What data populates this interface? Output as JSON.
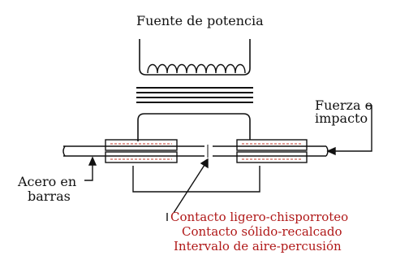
{
  "labels": {
    "power_source": "Fuente de potencia",
    "force_line1": "Fuerza o",
    "force_line2": "impacto",
    "steel_line1": "Acero en",
    "steel_line2": "barras",
    "contact_light": "Contacto ligero-chisporroteo",
    "contact_solid": "Contacto sólido-recalcado",
    "air_gap": "Intervalo de aire-percusión"
  },
  "colors": {
    "ink": "#111111",
    "caption_red": "#b01818",
    "dashed_red": "#c0392b"
  }
}
